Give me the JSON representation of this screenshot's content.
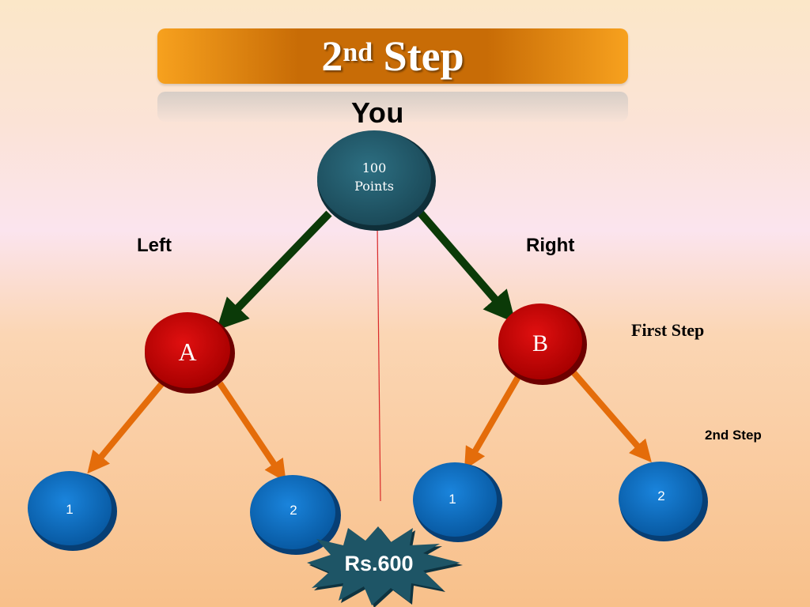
{
  "title": {
    "main": "2",
    "sup": "nd",
    "rest": " Step"
  },
  "top_label": "You",
  "root": {
    "line1": "100",
    "line2": "Points"
  },
  "side_labels": {
    "left": "Left",
    "right": "Right"
  },
  "level1": {
    "left": "A",
    "right": "B"
  },
  "level2": {
    "a1": "1",
    "a2": "2",
    "b1": "1",
    "b2": "2"
  },
  "step_labels": {
    "first": "First Step",
    "second": "2nd Step"
  },
  "reward": "Rs.600",
  "colors": {
    "banner": "#c86c06",
    "root_node": "#215a6b",
    "level1_node": "#c00000",
    "level2_node": "#0b6fc4",
    "green_arrow": "#0b3a08",
    "orange_arrow": "#e46c0a",
    "red_line": "#d92a2a",
    "burst": "#1e5566"
  }
}
